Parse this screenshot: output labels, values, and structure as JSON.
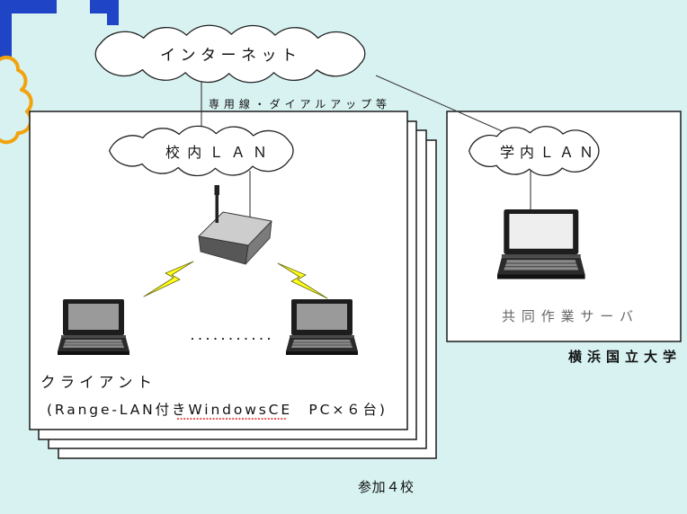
{
  "colors": {
    "background": "#d8f2f2",
    "header_blue": "#1f44c6",
    "accent_orange": "#f2a20c",
    "lightning": "#ffff1a",
    "spellcheck_red": "#e02020"
  },
  "internet": {
    "label": "インターネット",
    "connection_label": "専用線・ダイアルアップ等"
  },
  "schools": {
    "lan_label": "校内ＬＡＮ",
    "client_label": "クライアント",
    "client_detail": "(Range-LAN付きWindowsCE　PC×６台)",
    "group_label": "参加４校"
  },
  "university": {
    "lan_label": "学内ＬＡＮ",
    "server_label": "共同作業サーバ",
    "name": "横浜国立大学"
  },
  "icons": {
    "router": "wireless-router-icon",
    "client": "laptop-icon",
    "server": "laptop-icon",
    "wireless_link": "lightning-icon"
  }
}
